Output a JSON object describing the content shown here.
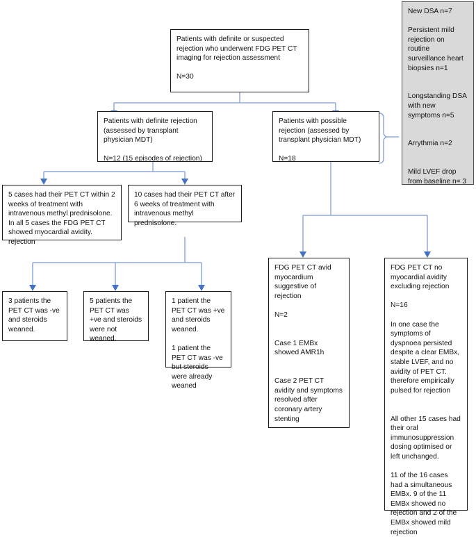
{
  "diagram": {
    "title": "FDG PET CT rejection assessment flowchart",
    "colors": {
      "arrow_line": "#8faadc",
      "arrow_head": "#4472c4",
      "box_border": "#1a1a1a",
      "gray_box_fill": "#d9d9d9",
      "gray_box_border": "#4d4d4d",
      "background": "#ffffff"
    },
    "nodes": {
      "root": "Patients with definite or suspected rejection who underwent FDG PET CT imaging for rejection assessment\n\nN=30",
      "definite": "Patients with definite rejection (assessed by transplant physician MDT)\n\nN=12 (15 episodes of rejection)",
      "possible": "Patients with possible rejection (assessed by transplant physician MDT)\n\nN=18",
      "indications": "New DSA n=7\n\nPersistent mild rejection on routine surveillance heart biopsies n=1\n\n\nLongstanding DSA with new symptoms n=5\n\n\nArrythmia n=2\n\n\nMild LVEF drop from baseline n= 3",
      "within2weeks": "5 cases had their PET CT within 2 weeks of treatment with intravenous methyl prednisolone. In all 5 cases the FDG PET CT showed myocardial avidity. rejection",
      "after6weeks": "10 cases had their PET CT after 6 weeks of treatment with intravenous methyl prednisolone.",
      "negative_weaned": "3 patients the PET CT was -ve and steroids weaned.",
      "positive_not_weaned": "5 patients the PET CT was +ve and steroids were not weaned.",
      "mixed_outcome": "1 patient the PET CT was +ve  and steroids weaned.\n\n1 patient the PET CT was -ve but steroids were already weaned",
      "avid": "FDG PET CT avid myocardium suggestive of rejection\n\nN=2\n\n\nCase 1 EMBx showed AMR1h\n\n\nCase 2 PET CT avidity and symptoms resolved after coronary artery stenting",
      "no_avidity": "FDG PET CT no myocardial avidity excluding rejection\n\nN=16\n\nIn one case the symptoms of dyspnoea persisted despite a clear EMBx, stable LVEF, and no avidity of PET CT. therefore empirically pulsed for rejection\n\n\nAll other 15 cases had their oral immunosuppression dosing optimised or left unchanged.\n\n11 of the 16 cases had a simultaneous EMBx. 9 of the 11 EMBx showed no rejection and 2 of the EMBx showed mild rejection"
    }
  }
}
